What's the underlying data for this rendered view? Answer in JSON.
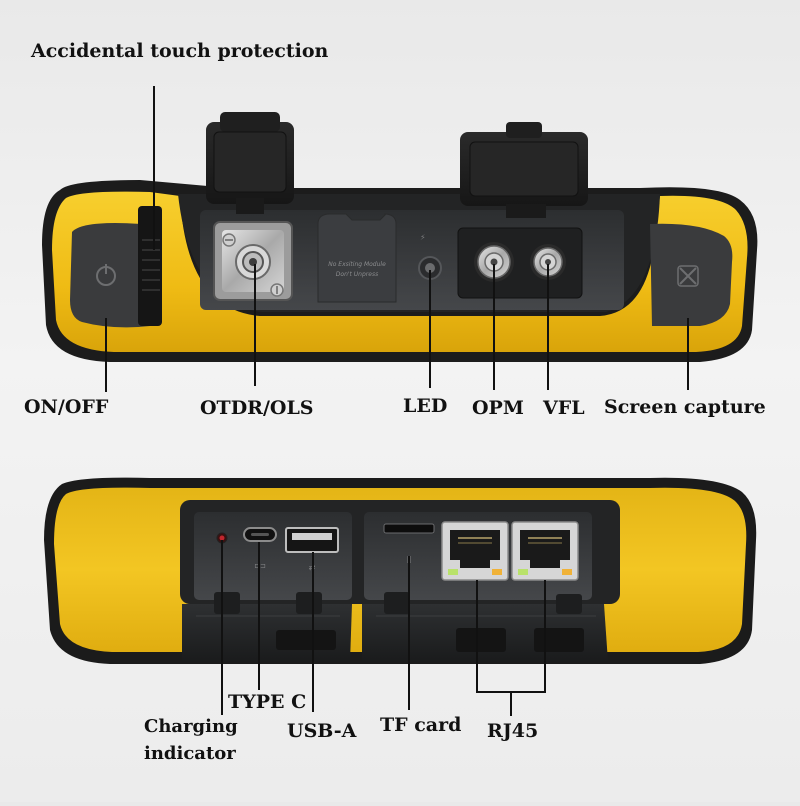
{
  "top_device": {
    "callouts": {
      "accidental_touch": "Accidental touch protection",
      "on_off": "ON/OFF",
      "otdr_ols": "OTDR/OLS",
      "led": "LED",
      "opm": "OPM",
      "vfl": "VFL",
      "screen_capture": "Screen capture"
    },
    "module_plate": {
      "line1": "No Exsiting Module",
      "line2": "Don't Unpress"
    }
  },
  "bottom_device": {
    "callouts": {
      "type_c": "TYPE C",
      "charging_line1": "Charging",
      "charging_line2": "indicator",
      "usb_a": "USB-A",
      "tf_card": "TF card",
      "rj45": "RJ45"
    }
  },
  "colors": {
    "housing_yellow": "#f2c21c",
    "housing_black": "#222222",
    "panel_grey": "#3a3c3e",
    "metal": "#c9c9c9"
  }
}
